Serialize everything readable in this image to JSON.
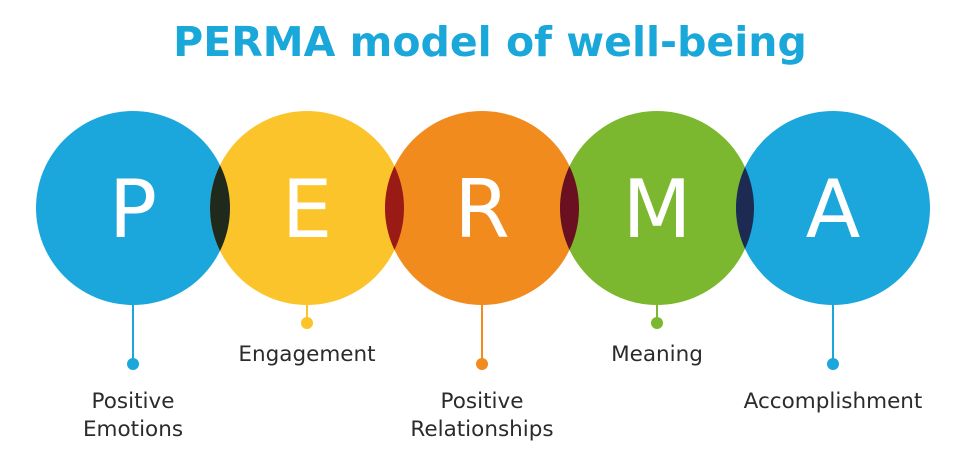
{
  "title": "PERMA model of well-being",
  "colors": {
    "title": "#1aa7d9",
    "letter": "#ffffff",
    "label": "#2b2b2b"
  },
  "elements": [
    {
      "letter": "P",
      "label_lines": [
        "Positive",
        "Emotions"
      ],
      "color": "#1ba7db",
      "overlap_next": "#1f2a1c",
      "position": "below"
    },
    {
      "letter": "E",
      "label_lines": [
        "Engagement"
      ],
      "color": "#fbc42a",
      "overlap_next": "#9a1a16",
      "position": "above"
    },
    {
      "letter": "R",
      "label_lines": [
        "Positive",
        "Relationships"
      ],
      "color": "#f28b1e",
      "overlap_next": "#6a1020",
      "position": "below"
    },
    {
      "letter": "M",
      "label_lines": [
        "Meaning"
      ],
      "color": "#7cb82f",
      "overlap_next": "#1d2a52",
      "position": "above"
    },
    {
      "letter": "A",
      "label_lines": [
        "Accomplishment"
      ],
      "color": "#1ba7db",
      "position": "below"
    }
  ]
}
